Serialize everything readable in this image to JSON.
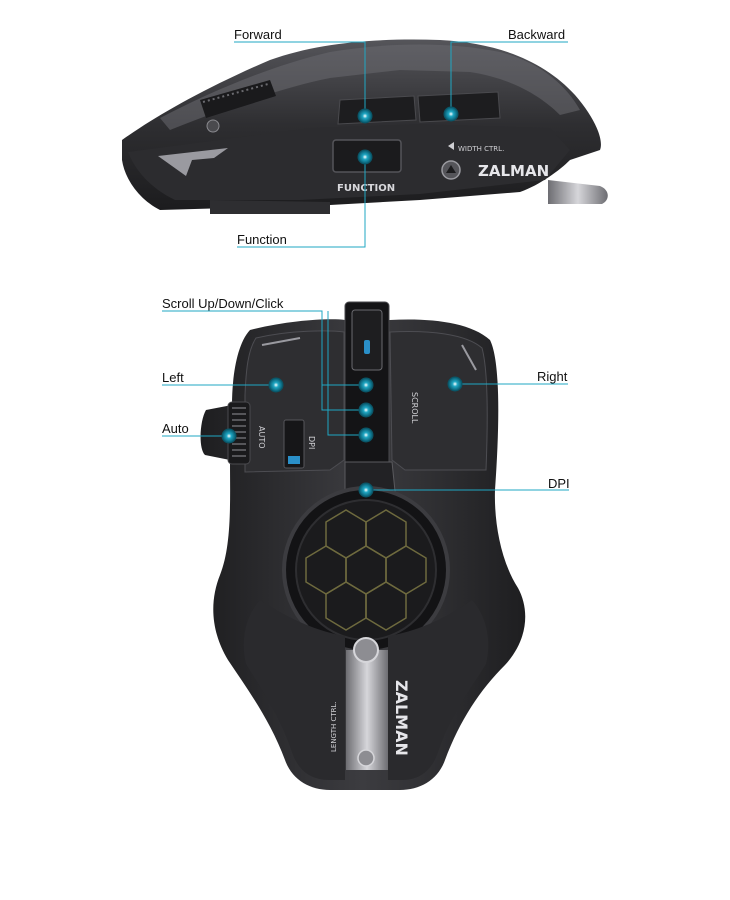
{
  "colors": {
    "accent": "#1fa7c3",
    "body_dark": "#2a2a2c",
    "body_mid": "#3a3a3d",
    "body_light": "#5a5a5e",
    "metal": "#b9b9bd",
    "background": "#ffffff"
  },
  "side_view": {
    "callouts": {
      "forward": "Forward",
      "backward": "Backward",
      "function": "Function"
    },
    "mouse_print": {
      "button_label": "FUNCTION",
      "width_ctrl": "WIDTH CTRL.",
      "brand": "ZALMAN"
    }
  },
  "top_view": {
    "callouts": {
      "scroll": "Scroll Up/Down/Click",
      "left": "Left",
      "right": "Right",
      "auto": "Auto",
      "dpi": "DPI"
    },
    "mouse_print": {
      "auto": "AUTO",
      "dpi": "DPI",
      "scroll": "SCROLL",
      "length_ctrl": "LENGTH CTRL.",
      "brand": "ZALMAN"
    }
  }
}
